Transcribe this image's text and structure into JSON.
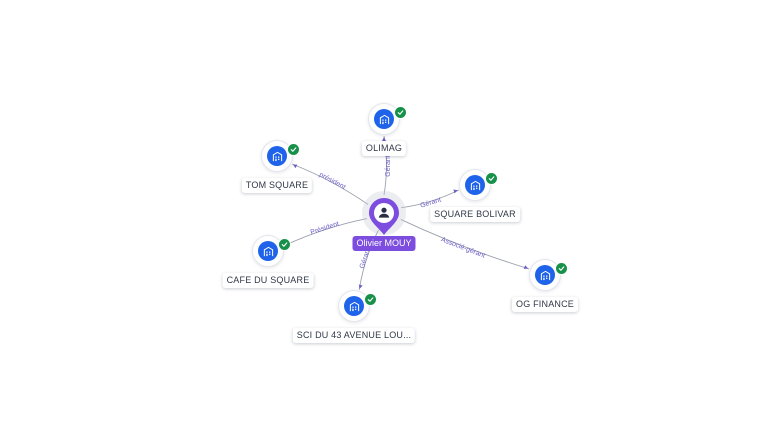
{
  "center": {
    "name": "Olivier MOUY",
    "icon": "person-icon"
  },
  "nodes": [
    {
      "id": "olimag",
      "label": "OLIMAG",
      "icon": "building-icon",
      "verified": true,
      "relation": "Gérant"
    },
    {
      "id": "tom-square",
      "label": "TOM SQUARE",
      "icon": "building-icon",
      "verified": true,
      "relation": "président"
    },
    {
      "id": "square-bolivar",
      "label": "SQUARE BOLIVAR",
      "icon": "building-icon",
      "verified": true,
      "relation": "Gérant"
    },
    {
      "id": "cafe-du-square",
      "label": "CAFE DU SQUARE",
      "icon": "building-icon",
      "verified": true,
      "relation": "Président"
    },
    {
      "id": "og-finance",
      "label": "OG FINANCE",
      "icon": "building-icon",
      "verified": true,
      "relation": "Associé-gérant"
    },
    {
      "id": "sci-du-43",
      "label": "SCI DU 43 AVENUE LOU...",
      "icon": "building-icon",
      "verified": true,
      "relation": "Gérant"
    }
  ],
  "colors": {
    "company": "#1e63e9",
    "verified": "#17914a",
    "person": "#7c4dde",
    "edge": "#9aa0ac",
    "edge_label": "#6b5fc7"
  }
}
